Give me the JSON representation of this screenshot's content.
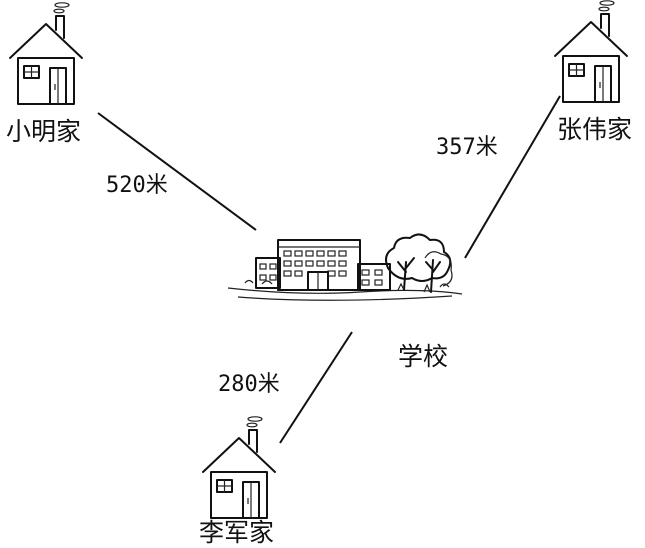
{
  "homes": {
    "xiaoming": {
      "name": "小明家",
      "icon": "house-icon"
    },
    "zhangwei": {
      "name": "张伟家",
      "icon": "house-icon"
    },
    "lijun": {
      "name": "李军家",
      "icon": "house-icon"
    }
  },
  "school": {
    "name": "学校",
    "icon": "school-building-icon"
  },
  "distances": {
    "xiaoming_to_school": "520米",
    "zhangwei_to_school": "357米",
    "lijun_to_school": "280米"
  }
}
